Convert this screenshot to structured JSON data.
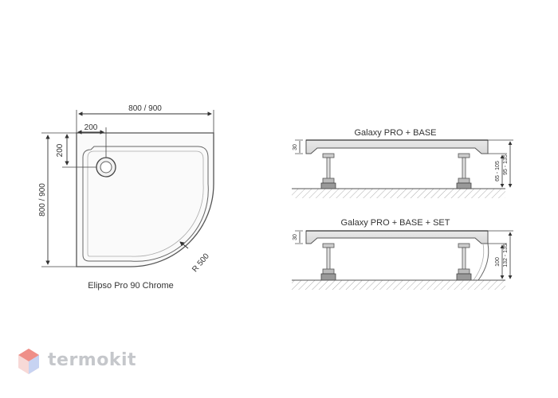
{
  "plan": {
    "width_label": "800 / 900",
    "offset_x_label": "200",
    "offset_y_label": "200",
    "height_label": "800 / 900",
    "radius_label": "R 500",
    "caption": "Elipso Pro 90 Chrome"
  },
  "section_base": {
    "title": "Galaxy PRO + BASE",
    "thickness_label": "30",
    "leg_range_label": "65 - 105",
    "total_range_label": "95 - 135"
  },
  "section_set": {
    "title": "Galaxy PRO + BASE + SET",
    "thickness_label": "30",
    "front_label": "100",
    "total_range_label": "132 - 135"
  },
  "watermark": {
    "text": "termokit"
  }
}
